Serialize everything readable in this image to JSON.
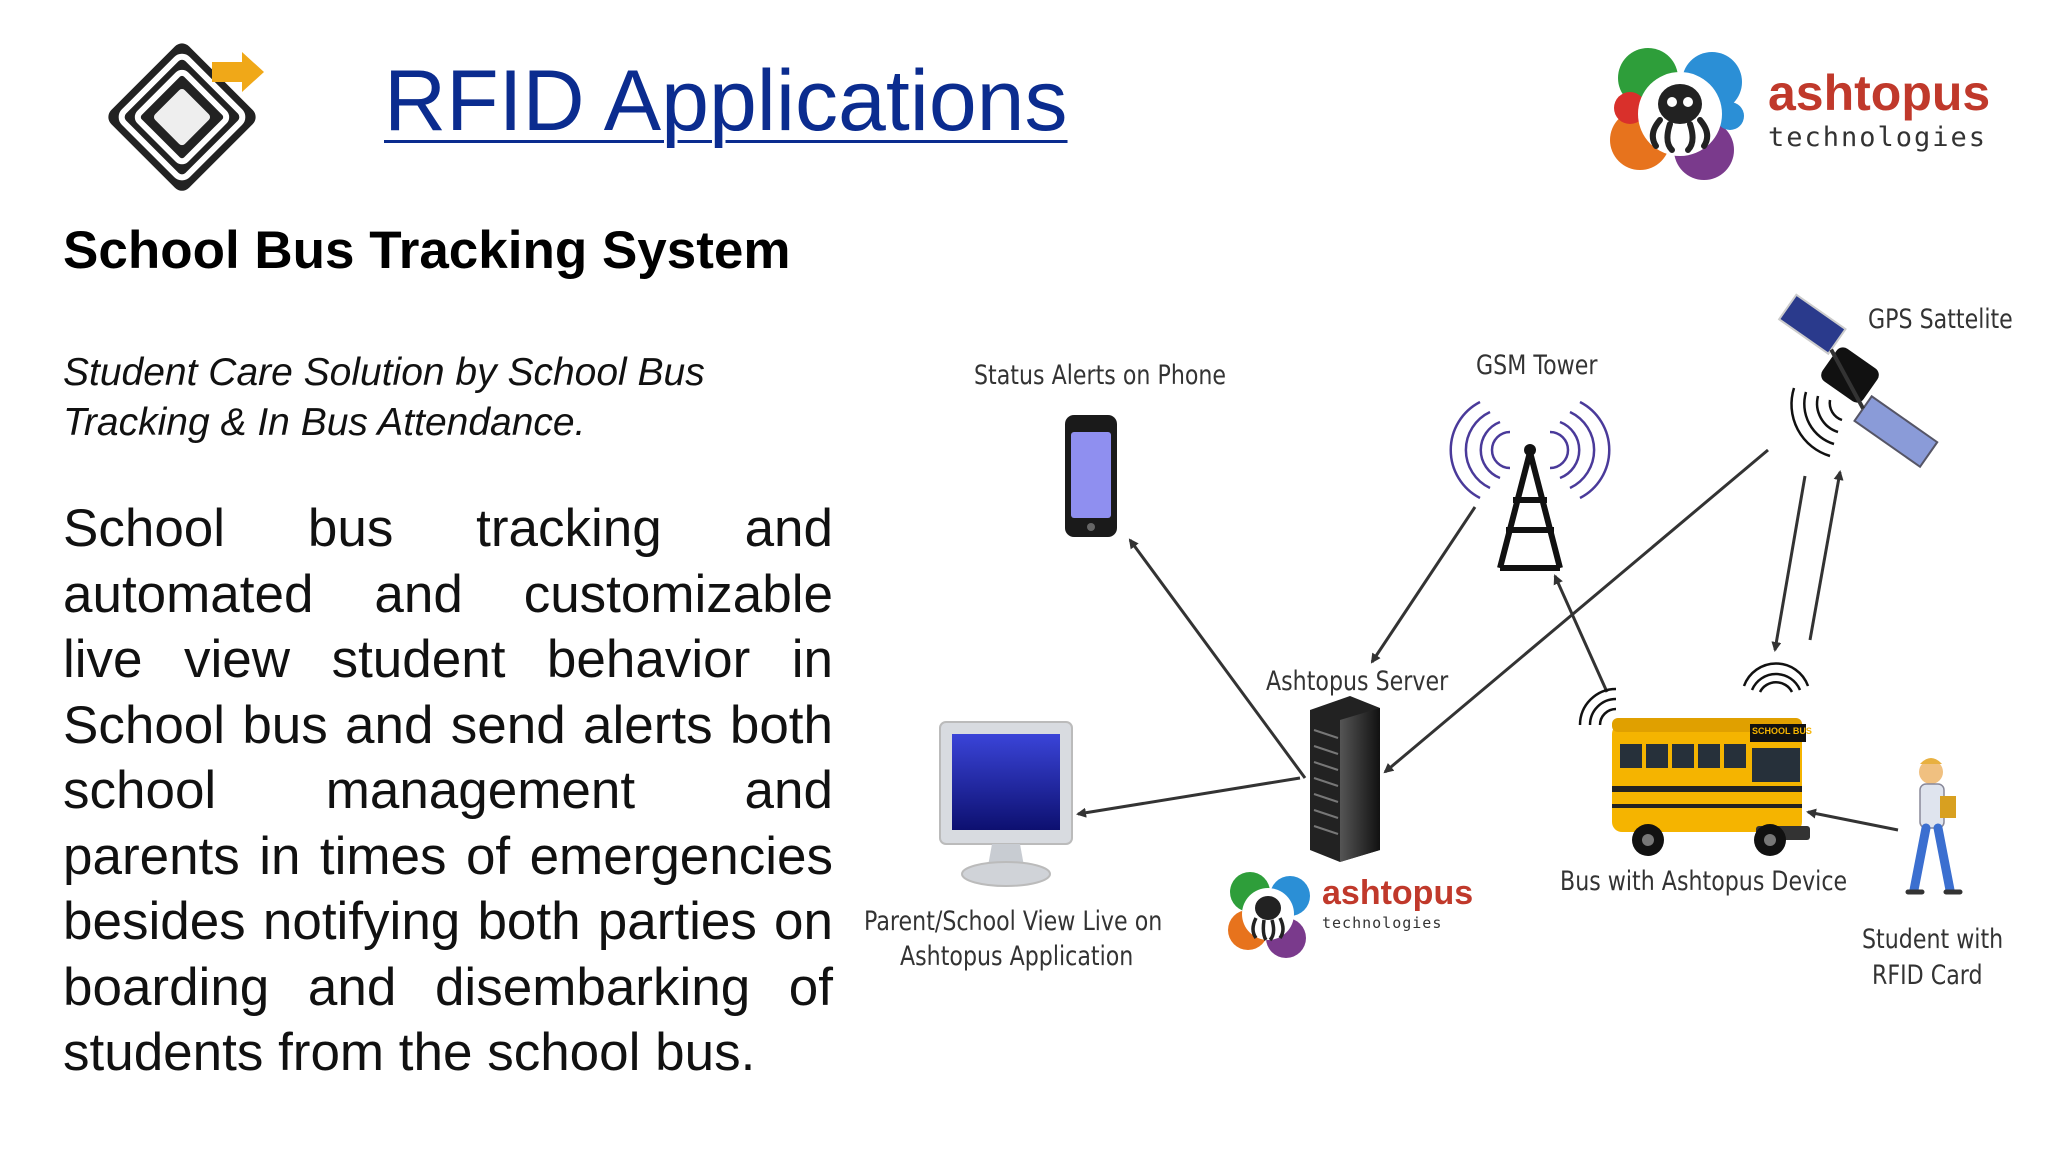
{
  "header": {
    "title": "RFID Applications",
    "brand": {
      "name": "ashtopus",
      "tagline": "technologies"
    }
  },
  "content": {
    "heading": "School Bus Tracking System",
    "tagline": "Student Care Solution by School Bus Tracking & In Bus Attendance.",
    "body": "School bus tracking and automated and customizable live view student behavior in School bus and send alerts both school management and parents in times of emergencies besides notifying both parties on boarding and disembarking of students from the school bus."
  },
  "diagram": {
    "labels": {
      "phone": "Status Alerts on Phone",
      "gsm": "GSM Tower",
      "gps": "GPS Sattelite",
      "server": "Ashtopus Server",
      "monitor_line1": "Parent/School View Live on",
      "monitor_line2": "Ashtopus Application",
      "bus": "Bus with Ashtopus Device",
      "student_line1": "Student with",
      "student_line2": "RFID Card"
    },
    "server_brand": {
      "name": "ashtopus",
      "tagline": "technologies"
    },
    "bus_sign": "SCHOOL BUS"
  },
  "colors": {
    "title": "#0b2c8f",
    "brand_red": "#c0392b",
    "bus_yellow": "#f5b400",
    "phone_screen": "#8f8ff0",
    "monitor_screen": "#1a1fa8",
    "signal_purple": "#4a3a9a"
  }
}
